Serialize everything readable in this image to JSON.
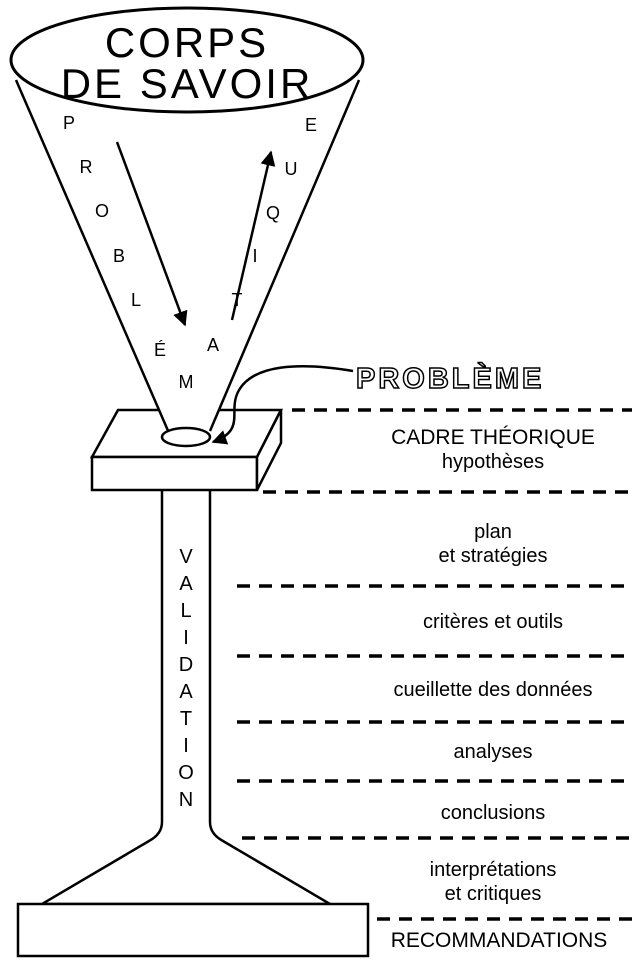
{
  "goblet": {
    "bowl_title": [
      "CORPS",
      "DE SAVOIR"
    ],
    "left_letters": [
      "P",
      "R",
      "O",
      "B",
      "L",
      "É",
      "M"
    ],
    "right_letters": [
      "E",
      "U",
      "Q",
      "I",
      "T",
      "A"
    ],
    "stem_letters": [
      "V",
      "A",
      "L",
      "I",
      "D",
      "A",
      "T",
      "I",
      "O",
      "N"
    ]
  },
  "callout": {
    "problem_label": "PROBLÈME"
  },
  "stages": [
    {
      "lines": [
        "CADRE THÉORIQUE",
        "hypothèses"
      ]
    },
    {
      "lines": [
        "plan",
        "et stratégies"
      ]
    },
    {
      "lines": [
        "critères et outils"
      ]
    },
    {
      "lines": [
        "cueillette des données"
      ]
    },
    {
      "lines": [
        "analyses"
      ]
    },
    {
      "lines": [
        "conclusions"
      ]
    },
    {
      "lines": [
        "interprétations",
        "et critiques"
      ]
    },
    {
      "lines": [
        "RECOMMANDATIONS"
      ]
    }
  ],
  "colors": {
    "ink": "#000000",
    "paper": "#ffffff"
  }
}
